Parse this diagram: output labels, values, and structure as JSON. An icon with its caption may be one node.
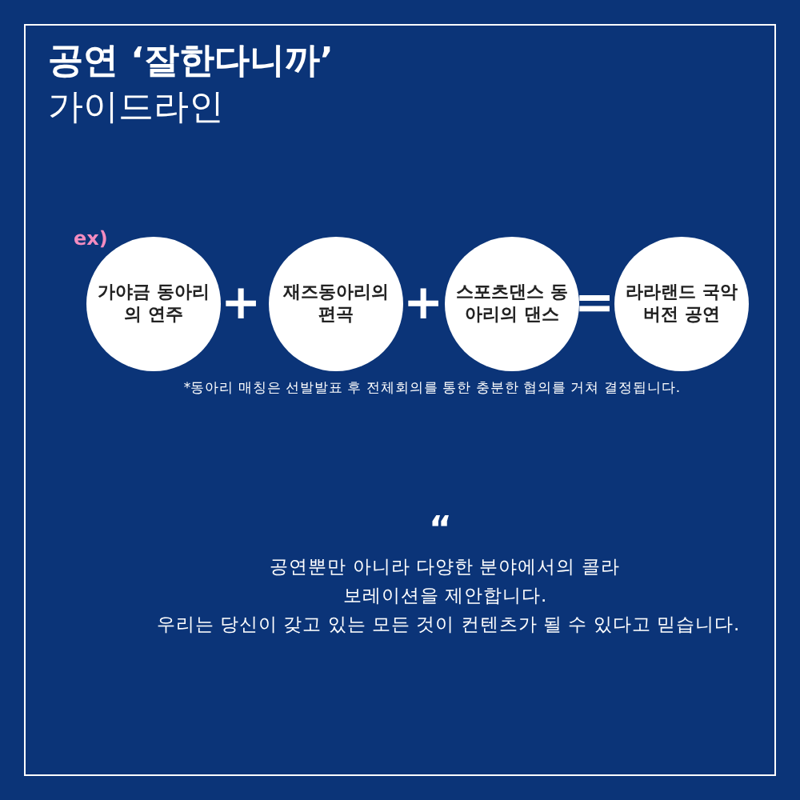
{
  "diagram": {
    "title": "공연 ‘잘한다니까’ 가이드라인",
    "nodes": [
      {
        "text": [
          "가야금 동아리의 연주"
        ]
      },
      {
        "text": [
          "재즈동아리의 편곡"
        ]
      },
      {
        "text": [
          "스포츠댄스 동아리의 댄스"
        ]
      },
      {
        "text": [
          "라라랜드 국악버전 공연"
        ]
      }
    ],
    "labels": [
      "ex)",
      "+",
      "+",
      "=",
      "*동아리 매칭은 선발발표 후 전체회의를 통한 충분한 협의를 거쳐 결정됩니다.",
      "“",
      "공연뿐만 아니라 다양한 분야에서의 콜라보레이션을 제안합니다.",
      "우리는 당신이 갖고 있는 모든 것이 컨텐츠가 될 수 있다고 믿습니다."
    ]
  }
}
